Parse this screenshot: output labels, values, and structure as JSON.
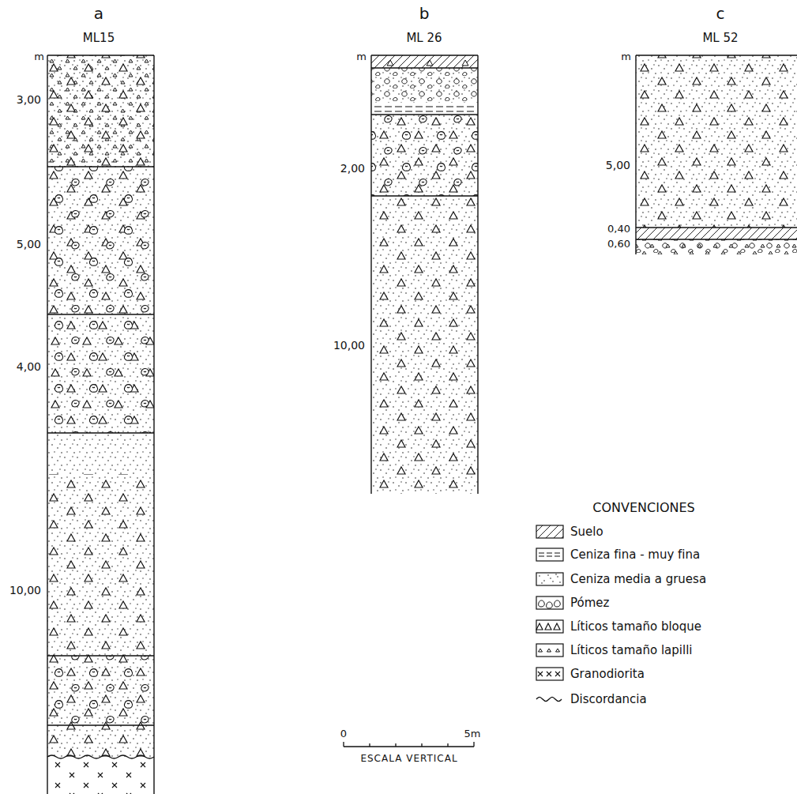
{
  "diagram": {
    "labels": [
      "a",
      "ML15",
      "m",
      "3,00",
      "5,00",
      "4,00",
      "10,00",
      "b",
      "ML 26",
      "m",
      "2,00",
      "10,00",
      "c",
      "ML 52",
      "m",
      "5,00",
      "0,40",
      "0,60",
      "CONVENCIONES",
      "0",
      "5m",
      "ESCALA VERTICAL"
    ],
    "legend": [
      {
        "text": "Suelo"
      },
      {
        "text": "Ceniza fina - muy fina"
      },
      {
        "text": "Ceniza media a gruesa"
      },
      {
        "text": "Pómez"
      },
      {
        "text": "Líticos tamaño bloque"
      },
      {
        "text": "Líticos tamaño lapilli"
      },
      {
        "text": "Granodiorita"
      },
      {
        "text": "Discordancia"
      }
    ]
  }
}
